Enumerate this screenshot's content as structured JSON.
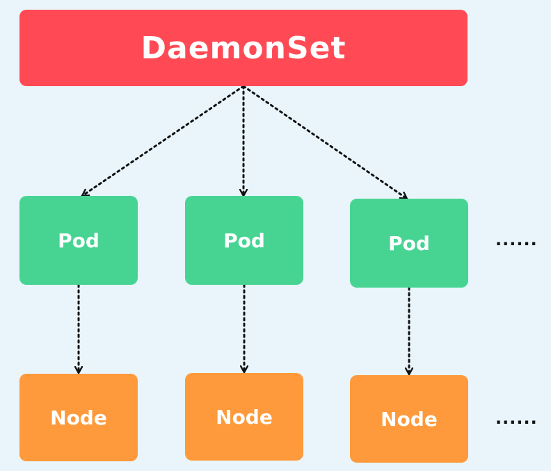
{
  "diagram": {
    "root": {
      "label": "DaemonSet",
      "color": "#ff4a55"
    },
    "pods": [
      {
        "label": "Pod",
        "color": "#47d493"
      },
      {
        "label": "Pod",
        "color": "#47d493"
      },
      {
        "label": "Pod",
        "color": "#47d493"
      }
    ],
    "nodes": [
      {
        "label": "Node",
        "color": "#fe9a3b"
      },
      {
        "label": "Node",
        "color": "#fe9a3b"
      },
      {
        "label": "Node",
        "color": "#fe9a3b"
      }
    ],
    "continuation": "......",
    "background": "#e9f5fb",
    "connector_color": "#111111",
    "connector_style": "dotted-arrow"
  }
}
